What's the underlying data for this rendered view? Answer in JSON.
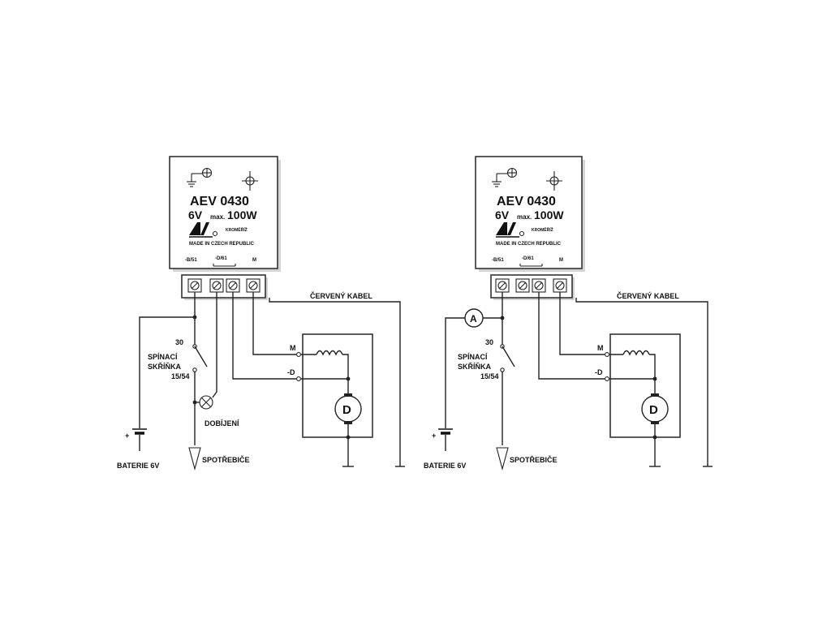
{
  "diagrams": [
    {
      "id": "left",
      "regulator": {
        "model": "AEV  0430",
        "voltage": "6V",
        "power_prefix": "max.",
        "power": "100W",
        "city": "KROMĚŘÍŽ",
        "origin": "MADE IN CZECH REPUBLIC",
        "terminals": [
          "-B/51",
          "-D/61",
          "M"
        ]
      },
      "labels": {
        "red_cable": "ČERVENÝ KABEL",
        "switch_box": [
          "SPÍNACÍ",
          "SKŘÍŇKA"
        ],
        "terminal_30": "30",
        "terminal_1554": "15/54",
        "charging": "DOBÍJENÍ",
        "consumers": "SPOTŘEBIČE",
        "battery": "BATERIE 6V",
        "battery_plus": "+",
        "dynamo_m": "M",
        "dynamo_d": "-D",
        "dynamo_symbol": "D"
      }
    },
    {
      "id": "right",
      "regulator": {
        "model": "AEV  0430",
        "voltage": "6V",
        "power_prefix": "max.",
        "power": "100W",
        "city": "KROMĚŘÍŽ",
        "origin": "MADE IN CZECH REPUBLIC",
        "terminals": [
          "-B/51",
          "-D/61",
          "M"
        ]
      },
      "labels": {
        "red_cable": "ČERVENÝ KABEL",
        "switch_box": [
          "SPÍNACÍ",
          "SKŘÍŇKA"
        ],
        "terminal_30": "30",
        "terminal_1554": "15/54",
        "ammeter": "A",
        "consumers": "SPOTŘEBIČE",
        "battery": "BATERIE 6V",
        "battery_plus": "+",
        "dynamo_m": "M",
        "dynamo_d": "-D",
        "dynamo_symbol": "D"
      }
    }
  ]
}
